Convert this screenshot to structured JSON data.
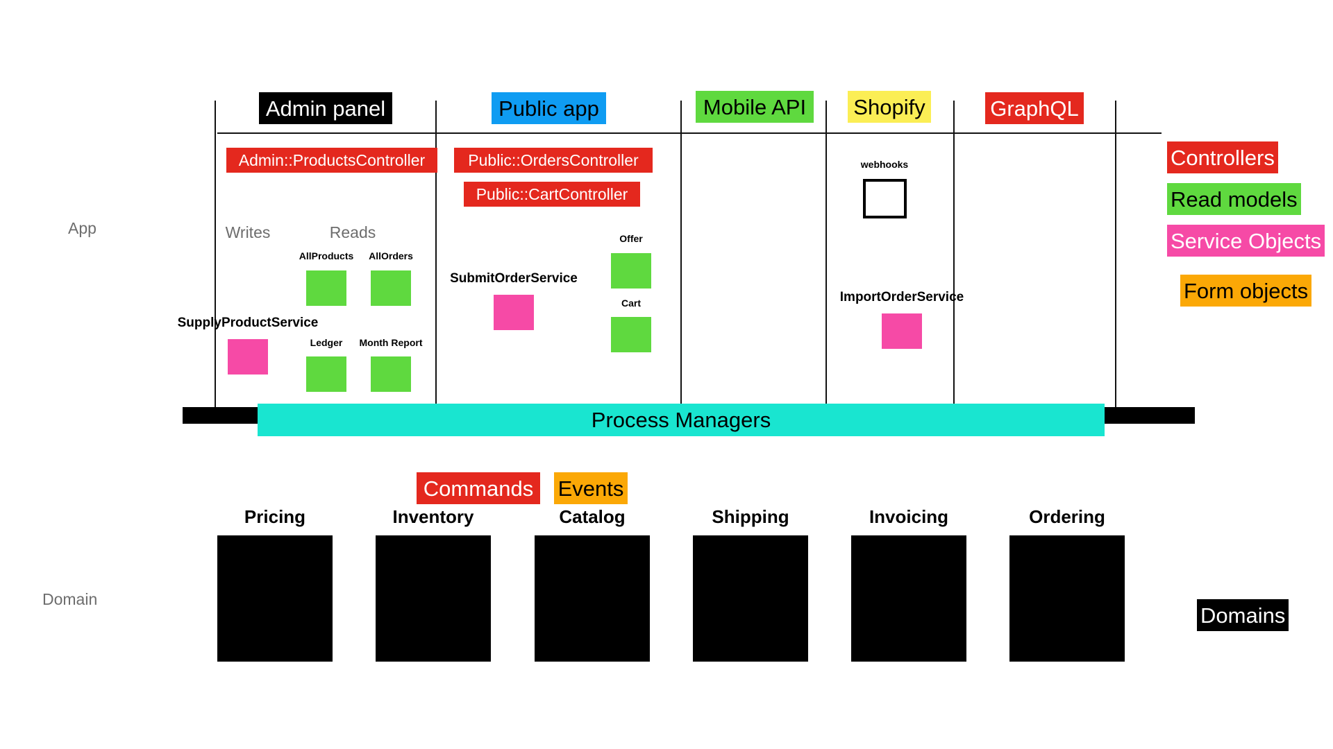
{
  "sections": {
    "app": "App",
    "domain": "Domain"
  },
  "columns": {
    "admin": "Admin panel",
    "public": "Public app",
    "mobile": "Mobile API",
    "shopify": "Shopify",
    "graphql": "GraphQL"
  },
  "controllers": {
    "admin_products": "Admin::ProductsController",
    "public_orders": "Public::OrdersController",
    "public_cart": "Public::CartController"
  },
  "admin": {
    "writes": "Writes",
    "reads": "Reads",
    "all_products": "AllProducts",
    "all_orders": "AllOrders",
    "supply_service": "SupplyProductService",
    "ledger": "Ledger",
    "month_report": "Month Report"
  },
  "public_app": {
    "submit_service": "SubmitOrderService",
    "offer": "Offer",
    "cart": "Cart"
  },
  "shopify": {
    "webhooks": "webhooks",
    "import_service": "ImportOrderService"
  },
  "process_managers": "Process Managers",
  "commands": "Commands",
  "events": "Events",
  "domains": [
    "Pricing",
    "Inventory",
    "Catalog",
    "Shipping",
    "Invoicing",
    "Ordering"
  ],
  "legend": {
    "controllers": "Controllers",
    "read_models": "Read models",
    "service_objects": "Service Objects",
    "form_objects": "Form objects",
    "domains": "Domains"
  },
  "colors": {
    "controller_red": "#e4281e",
    "read_model_green": "#5fd93f",
    "service_pink": "#f64aa6",
    "form_orange": "#fba806",
    "public_blue": "#0f9cf2",
    "shopify_yellow": "#fbee55",
    "process_cyan": "#19e5d0",
    "black": "#000000"
  }
}
